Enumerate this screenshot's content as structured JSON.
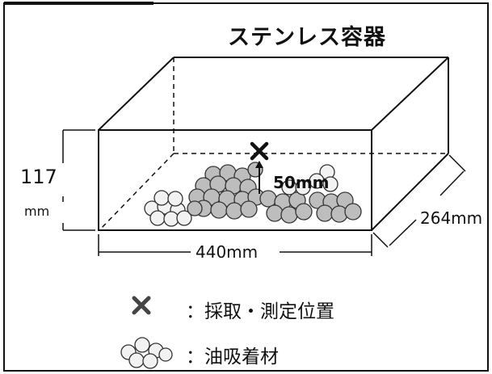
{
  "diagram": {
    "title": "ステンレス容器",
    "height_value": "117",
    "height_unit": "mm",
    "width_label": "440mm",
    "depth_label": "264mm",
    "distance_label": "50mm",
    "legend": [
      {
        "icon": "x-mark-icon",
        "label": "：採取・測定位置"
      },
      {
        "icon": "absorbent-balls-icon",
        "label": "：油吸着材"
      }
    ],
    "colors": {
      "line": "#111111",
      "ball_fill_light": "#f2f2f2",
      "ball_fill_dark": "#bdbdbd",
      "ball_stroke": "#333333"
    }
  }
}
